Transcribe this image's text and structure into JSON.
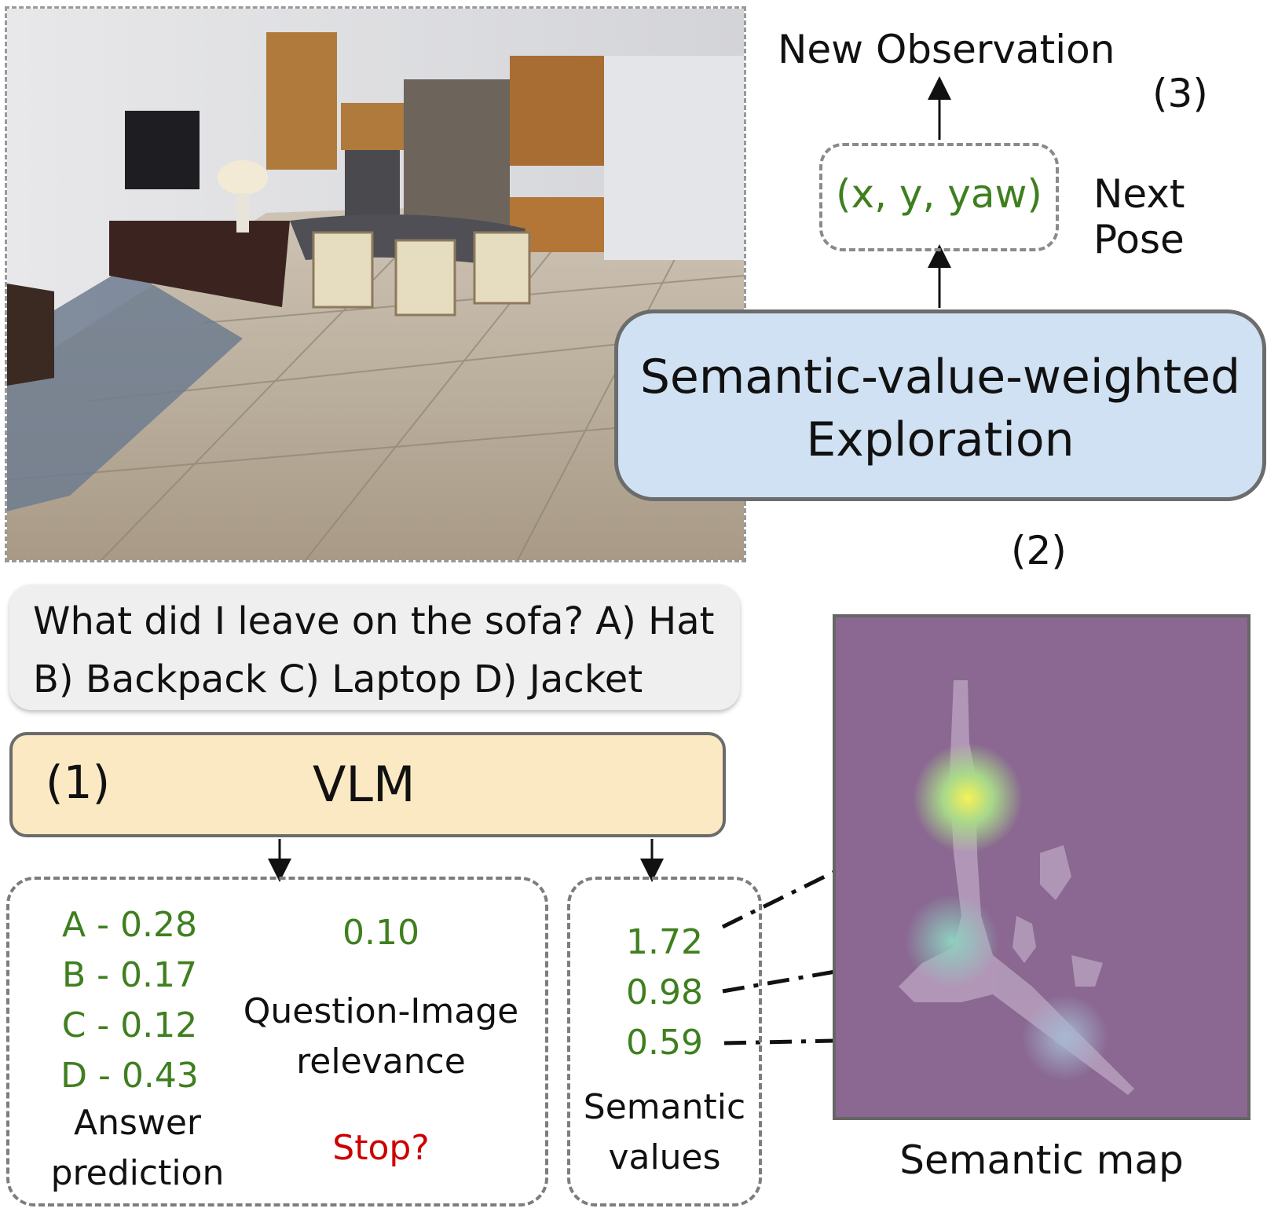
{
  "top": {
    "new_observation": "New Observation",
    "step3": "(3)",
    "pose_value": "(x, y, yaw)",
    "next_pose": "Next Pose",
    "exploration_line1": "Semantic-value-weighted",
    "exploration_line2": "Exploration",
    "step2": "(2)"
  },
  "question": {
    "line1": "What did I leave on the sofa? A) Hat",
    "line2": "B) Backpack C) Laptop D) Jacket"
  },
  "vlm": {
    "step1": "(1)",
    "label": "VLM"
  },
  "answers": [
    {
      "text": "A - 0.28"
    },
    {
      "text": "B - 0.17"
    },
    {
      "text": "C - 0.12"
    },
    {
      "text": "D - 0.43"
    }
  ],
  "answer_label_1": "Answer",
  "answer_label_2": "prediction",
  "relevance": {
    "value": "0.10",
    "label_1": "Question-Image",
    "label_2": "relevance",
    "stop": "Stop?",
    "stop_color": "#cc0000"
  },
  "semantic": {
    "values": [
      "1.72",
      "0.98",
      "0.59"
    ],
    "label_1": "Semantic",
    "label_2": "values"
  },
  "map": {
    "label": "Semantic map",
    "background_color": "#8a6891"
  },
  "colors": {
    "green_text": "#3f7f1f",
    "vlm_fill": "#fbe9c3",
    "explore_fill": "#cfe1f2"
  }
}
